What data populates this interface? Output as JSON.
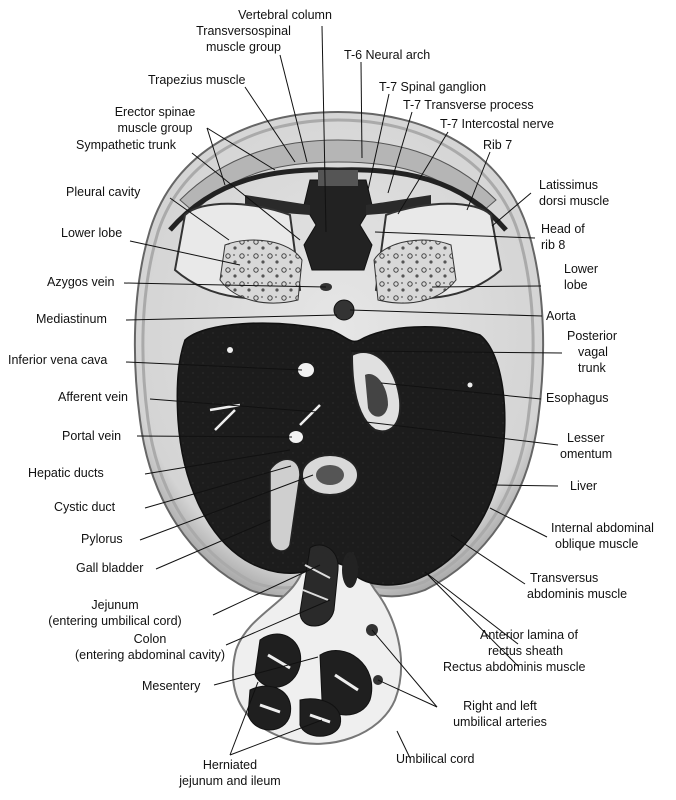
{
  "labels": {
    "vertebral_column": "Vertebral column",
    "transversospinal_1": "Transversospinal",
    "transversospinal_2": "muscle group",
    "t6_neural_arch": "T-6 Neural arch",
    "trapezius": "Trapezius muscle",
    "t7_spinal_ganglion": "T-7 Spinal ganglion",
    "t7_transverse_process": "T-7 Transverse process",
    "erector_spinae_1": "Erector spinae",
    "erector_spinae_2": "muscle group",
    "t7_intercostal_nerve": "T-7 Intercostal nerve",
    "sympathetic_trunk": "Sympathetic trunk",
    "rib7": "Rib 7",
    "latissimus_1": "Latissimus",
    "latissimus_2": "dorsi muscle",
    "pleural_cavity": "Pleural cavity",
    "head_rib8_1": "Head of",
    "head_rib8_2": "rib 8",
    "lower_lobe_left": "Lower lobe",
    "lower_lobe_right_1": "Lower",
    "lower_lobe_right_2": "lobe",
    "azygos_vein": "Azygos vein",
    "aorta": "Aorta",
    "mediastinum": "Mediastinum",
    "posterior_vagal_1": "Posterior",
    "posterior_vagal_2": "vagal",
    "posterior_vagal_3": "trunk",
    "inferior_vena_cava": "Inferior vena cava",
    "afferent_vein": "Afferent vein",
    "esophagus": "Esophagus",
    "portal_vein": "Portal vein",
    "lesser_omentum_1": "Lesser",
    "lesser_omentum_2": "omentum",
    "hepatic_ducts": "Hepatic ducts",
    "liver": "Liver",
    "cystic_duct": "Cystic duct",
    "internal_oblique_1": "Internal abdominal",
    "internal_oblique_2": "oblique muscle",
    "pylorus": "Pylorus",
    "gall_bladder": "Gall bladder",
    "transversus_1": "Transversus",
    "transversus_2": "abdominis muscle",
    "jejunum_1": "Jejunum",
    "jejunum_2": "(entering umbilical cord)",
    "anterior_lamina_1": "Anterior lamina of",
    "anterior_lamina_2": "rectus sheath",
    "colon_1": "Colon",
    "colon_2": "(entering abdominal cavity)",
    "rectus_abdominis": "Rectus abdominis muscle",
    "mesentery": "Mesentery",
    "umbilical_arteries_1": "Right and left",
    "umbilical_arteries_2": "umbilical arteries",
    "herniated_1": "Herniated",
    "herniated_2": "jejunum and ileum",
    "umbilical_cord": "Umbilical cord"
  }
}
